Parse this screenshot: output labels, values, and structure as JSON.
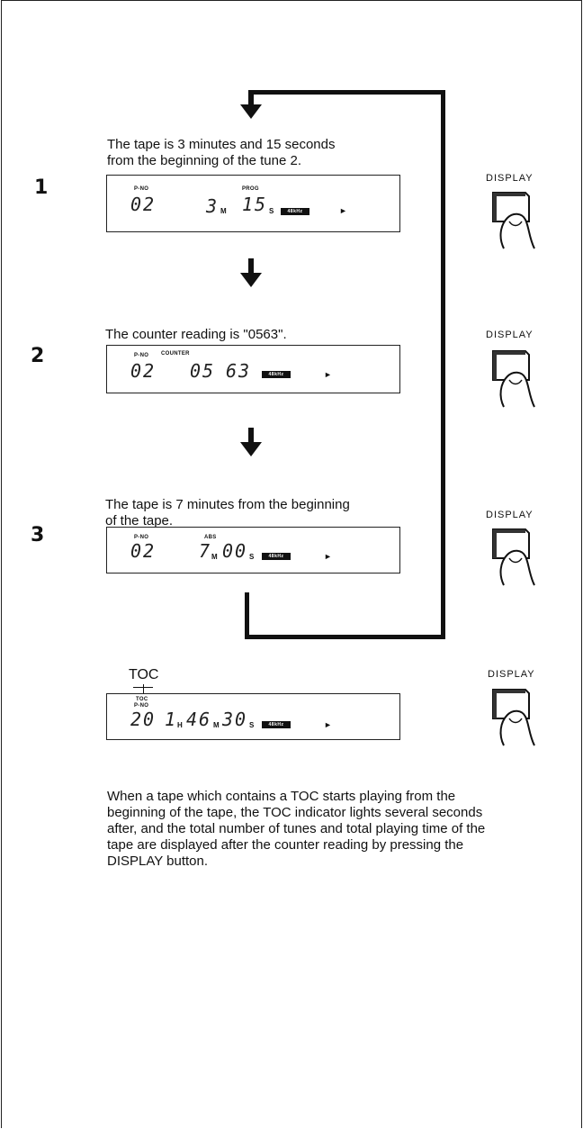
{
  "steps": [
    {
      "number": "1",
      "caption_line1": "The tape is 3 minutes and 15 seconds",
      "caption_line2": "from  the beginning of the tune 2."
    },
    {
      "number": "2",
      "caption_line1": "The counter reading is \"0563\"."
    },
    {
      "number": "3",
      "caption_line1": "The tape is 7 minutes from the beginning",
      "caption_line2": "of the tape."
    }
  ],
  "displays": [
    {
      "label_pno": "P-NO",
      "label_mode": "PROG",
      "track": "02",
      "value1": "3",
      "unit1": "M",
      "value2": "15",
      "unit2": "S",
      "khz": "48kHz",
      "play": "►"
    },
    {
      "label_pno": "P-NO",
      "label_mode": "COUNTER",
      "track": "02",
      "value1": "05",
      "value2": "63",
      "khz": "48kHz",
      "play": "►"
    },
    {
      "label_pno": "P-NO",
      "label_mode": "ABS",
      "track": "02",
      "value1": "7",
      "unit1": "M",
      "value2": "00",
      "unit2": "S",
      "khz": "48kHz",
      "play": "►"
    },
    {
      "label_toc": "TOC",
      "label_pno": "P-NO",
      "track": "20",
      "value0": "1",
      "unit0": "H",
      "value1": "46",
      "unit1": "M",
      "value2": "30",
      "unit2": "S",
      "khz": "48kHz",
      "play": "►"
    }
  ],
  "toc_callout": "TOC",
  "display_button_label": "DISPLAY",
  "toc_note": "When a tape which contains a TOC starts playing from the beginning of the tape, the TOC indicator lights several seconds after, and the total number of tunes and total playing time of the tape are displayed after the counter reading by pressing the DISPLAY button."
}
